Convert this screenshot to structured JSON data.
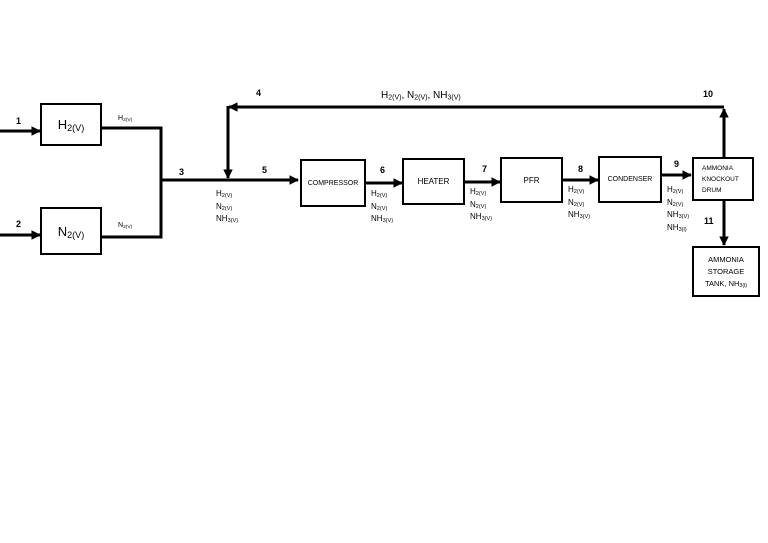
{
  "units": {
    "h2": {
      "label": "H",
      "sub": "2(V)"
    },
    "n2": {
      "label": "N",
      "sub": "2(V)"
    },
    "compressor": {
      "label": "COMPRESSOR"
    },
    "heater": {
      "label": "HEATER"
    },
    "pfr": {
      "label": "PFR"
    },
    "condenser": {
      "label": "CONDENSER"
    },
    "knockout": {
      "line1": "AMMONIA",
      "line2": "KNOCKOUT",
      "line3": "DRUM"
    },
    "storage": {
      "line1": "AMMONIA",
      "line2": "STORAGE",
      "line3": "TANK, NH",
      "line3_sub": "3(l)"
    }
  },
  "streams": {
    "s1": "1",
    "s2": "2",
    "s3": "3",
    "s4": "4",
    "s5": "5",
    "s6": "6",
    "s7": "7",
    "s8": "8",
    "s9": "9",
    "s10": "10",
    "s11": "11"
  },
  "stream_labels": {
    "h2_out": {
      "t": "H",
      "sub": "2(V)"
    },
    "n2_out": {
      "t": "N",
      "sub": "2(V)"
    },
    "recycle": {
      "a": "H",
      "a_sub": "2(V)",
      "b": ", N",
      "b_sub": "2(V)",
      "c": ", NH",
      "c_sub": "3(V)"
    },
    "mix": {
      "h": "H",
      "h_sub": "2(V)",
      "n": "N",
      "n_sub": "2(V)",
      "nh": "NH",
      "nh_sub": "3(V)"
    },
    "s6": {
      "h": "H",
      "h_sub": "2(V)",
      "n": "N",
      "n_sub": "2(V)",
      "nh": "NH",
      "nh_sub": "3(V)"
    },
    "s7": {
      "h": "H",
      "h_sub": "2(V)",
      "n": "N",
      "n_sub": "2(V)",
      "nh": "NH",
      "nh_sub": "3(V)"
    },
    "s8": {
      "h": "H",
      "h_sub": "2(V)",
      "n": "N",
      "n_sub": "2(V)",
      "nh": "NH",
      "nh_sub": "3(V)"
    },
    "s9": {
      "h": "H",
      "h_sub": "2(V)",
      "n": "N",
      "n_sub": "2(V)",
      "nh": "NH",
      "nh_sub": "3(V)",
      "nl": "NH",
      "nl_sub": "3(l)"
    }
  }
}
